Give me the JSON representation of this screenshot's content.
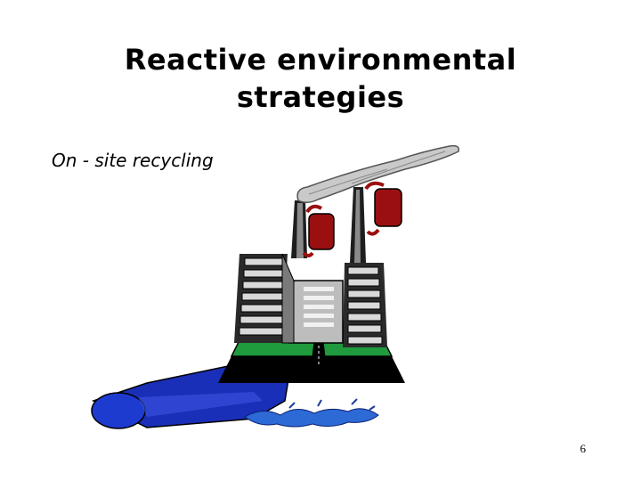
{
  "slide": {
    "title_line1": "Reactive environmental",
    "title_line2": "strategies",
    "subtitle": "On - site recycling",
    "page_number": "6"
  },
  "illustration": {
    "icon": "factory-recycling-icon",
    "colors": {
      "smoke": "#c9c9c9",
      "recycle_tank": "#9a1010",
      "building": "#d4d4d4",
      "ground": "#1f9a3c",
      "water_pipe": "#1a2fb8",
      "water": "#2060d0"
    }
  }
}
